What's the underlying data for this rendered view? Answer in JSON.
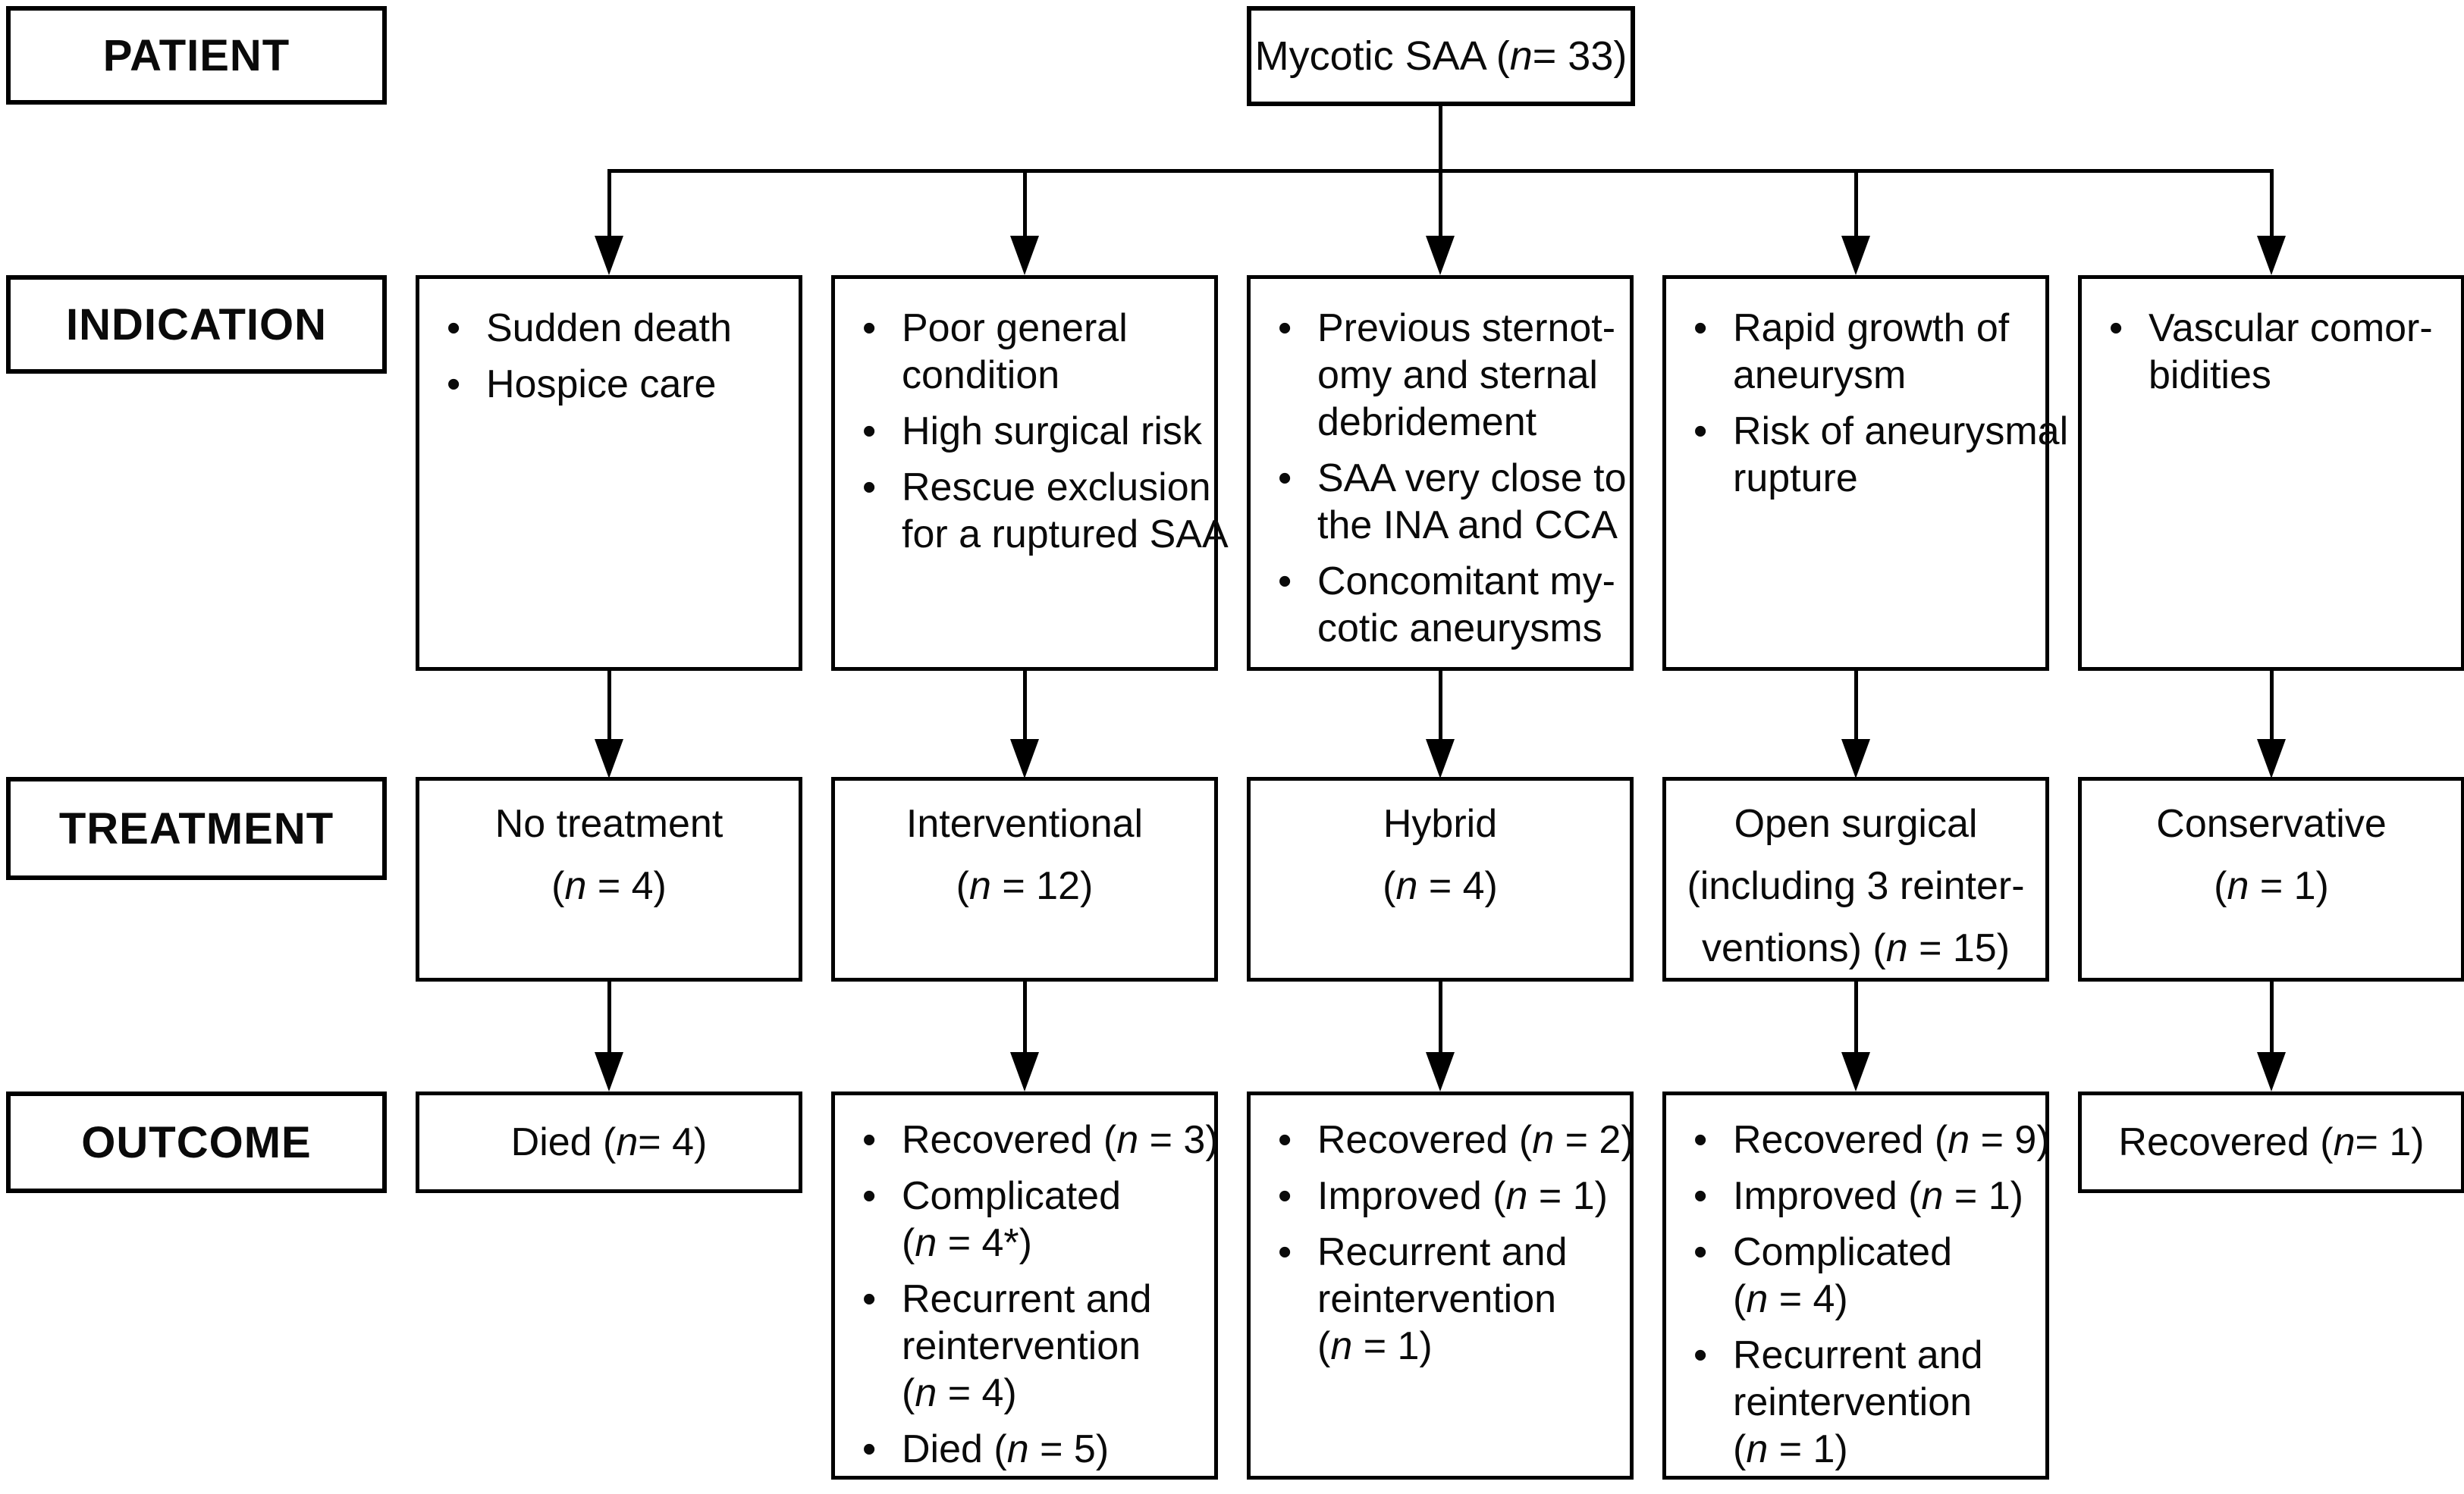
{
  "colors": {
    "line": "#000000",
    "background": "#ffffff",
    "text": "#000000"
  },
  "figure": {
    "row_labels": {
      "patient": "PATIENT",
      "indication": "INDICATION",
      "treatment": "TREATMENT",
      "outcome": "OUTCOME"
    },
    "root_label": "Mycotic SAA (n = 33)",
    "columns": [
      {
        "id": "no-treatment",
        "indication_bullets": [
          "Sudden death",
          "Hospice care"
        ],
        "treatment_lines": [
          "No treatment",
          "(n = 4)"
        ],
        "outcome_text": "Died (n = 4)"
      },
      {
        "id": "interventional",
        "indication_bullets": [
          "Poor general\ncondition",
          "High surgical risk",
          "Rescue exclusion\nfor a ruptured SAA"
        ],
        "treatment_lines": [
          "Interventional",
          "(n = 12)"
        ],
        "outcome_bullets": [
          "Recovered (n = 3)",
          "Complicated\n(n = 4*)",
          "Recurrent and\nreintervention\n(n = 4)",
          "Died (n = 5)"
        ]
      },
      {
        "id": "hybrid",
        "indication_bullets": [
          "Previous sternot-\nomy and sternal\ndebridement",
          "SAA very close to\nthe INA and CCA",
          "Concomitant my-\ncotic aneurysms"
        ],
        "treatment_lines": [
          "Hybrid",
          "(n = 4)"
        ],
        "outcome_bullets": [
          "Recovered (n = 2)",
          "Improved (n = 1)",
          "Recurrent and\nreintervention\n(n = 1)"
        ]
      },
      {
        "id": "open-surgical",
        "indication_bullets": [
          "Rapid growth of\naneurysm",
          "Risk of aneurysmal\nrupture"
        ],
        "treatment_lines": [
          "Open surgical",
          "(including 3 reinter-",
          "ventions) (n = 15)"
        ],
        "outcome_bullets": [
          "Recovered (n = 9)",
          "Improved (n = 1)",
          "Complicated\n(n = 4)",
          "Recurrent and\nreintervention\n(n = 1)"
        ]
      },
      {
        "id": "conservative",
        "indication_bullets": [
          "Vascular comor-\nbidities"
        ],
        "treatment_lines": [
          "Conservative",
          "(n = 1)"
        ],
        "outcome_text": "Recovered (n = 1)"
      }
    ]
  }
}
